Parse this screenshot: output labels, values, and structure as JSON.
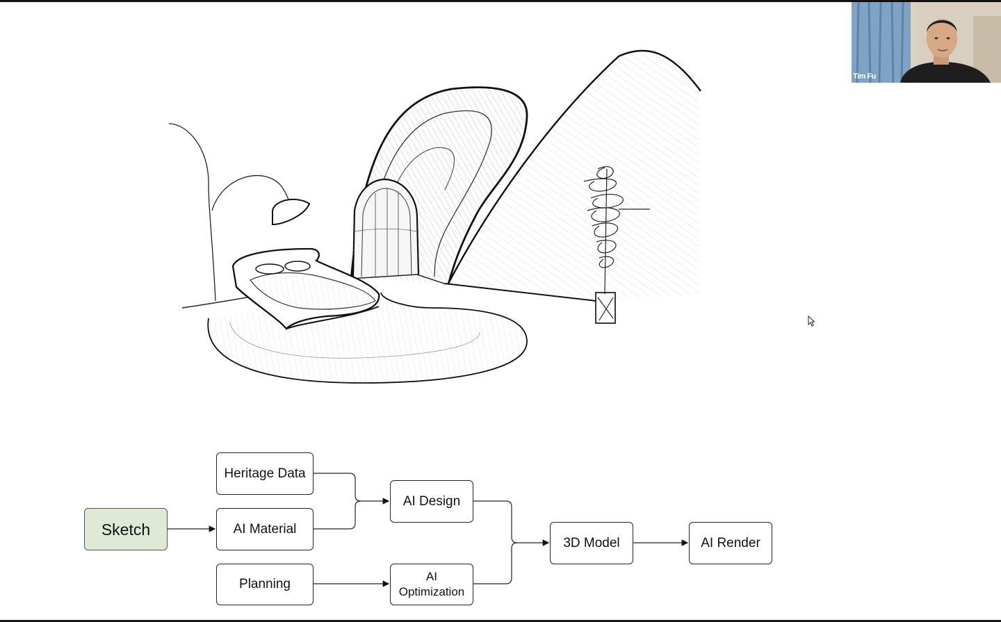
{
  "video_tile": {
    "participant_name": "Tim Fu"
  },
  "flowchart": {
    "nodes": {
      "sketch": "Sketch",
      "heritage_data": "Heritage Data",
      "ai_material": "AI Material",
      "planning": "Planning",
      "ai_design": "AI Design",
      "ai_optimization_line1": "AI",
      "ai_optimization_line2": "Optimization",
      "model_3d": "3D Model",
      "ai_render": "AI Render"
    },
    "edges": [
      [
        "Sketch",
        "AI Material"
      ],
      [
        "Heritage Data",
        "AI Design"
      ],
      [
        "AI Material",
        "AI Design"
      ],
      [
        "Planning",
        "AI Optimization"
      ],
      [
        "AI Design",
        "3D Model"
      ],
      [
        "AI Optimization",
        "3D Model"
      ],
      [
        "3D Model",
        "AI Render"
      ]
    ]
  },
  "colors": {
    "sketch_node_fill": "#dfe9d6",
    "node_border": "#222222",
    "top_bar": "#111111"
  },
  "icons": [
    "mouse-cursor-icon"
  ]
}
